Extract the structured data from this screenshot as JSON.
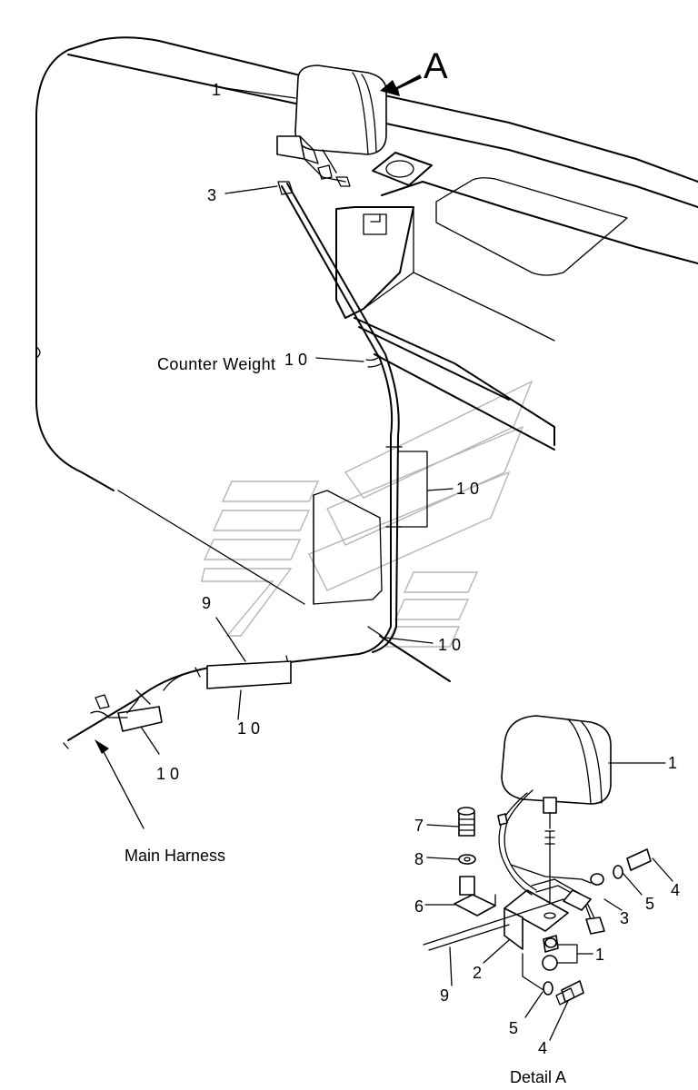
{
  "view_label": "A",
  "labels": {
    "counter_weight": "Counter Weight",
    "main_harness": "Main Harness",
    "detail_a": "Detail A"
  },
  "callouts_main": {
    "lamp": "1",
    "clip": "3",
    "band_upper": "1 0",
    "band_mid": "1 0",
    "band_lower": "1 0",
    "band_harness": "1 0",
    "band_end": "1 0",
    "harness": "9"
  },
  "callouts_detail": {
    "lamp": "1",
    "bolt_top": "7",
    "washer_top": "8",
    "bracket_small": "6",
    "harness": "9",
    "bracket": "2",
    "nut": "1",
    "washer_right": "5",
    "bolt_right": "4",
    "clip": "3",
    "washer_bottom": "5",
    "bolt_bottom": "4"
  }
}
